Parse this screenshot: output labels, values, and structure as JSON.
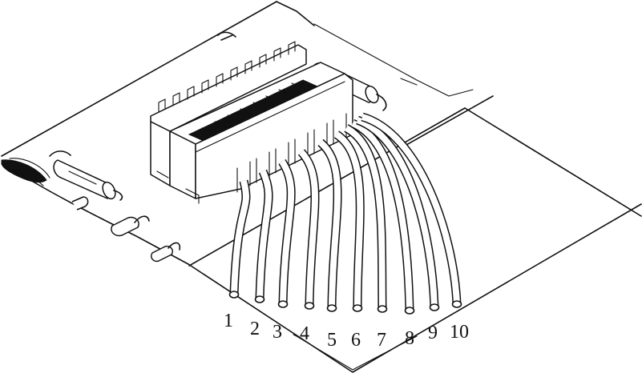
{
  "wire_labels": [
    "1",
    "2",
    "3",
    "4",
    "5",
    "6",
    "7",
    "8",
    "9",
    "10"
  ]
}
